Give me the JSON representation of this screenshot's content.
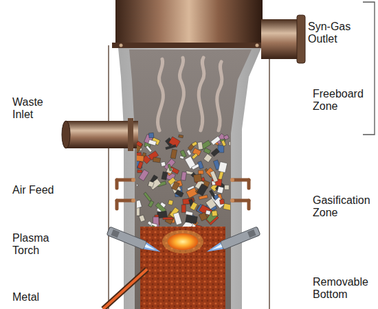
{
  "diagram": {
    "labels": [
      "Syn-Gas Outlet",
      "Freeboard Zone",
      "Waste Inlet",
      "Air Feed",
      "Gasification Zone",
      "Plasma Torch",
      "Removable Bottom",
      "Metal"
    ]
  }
}
